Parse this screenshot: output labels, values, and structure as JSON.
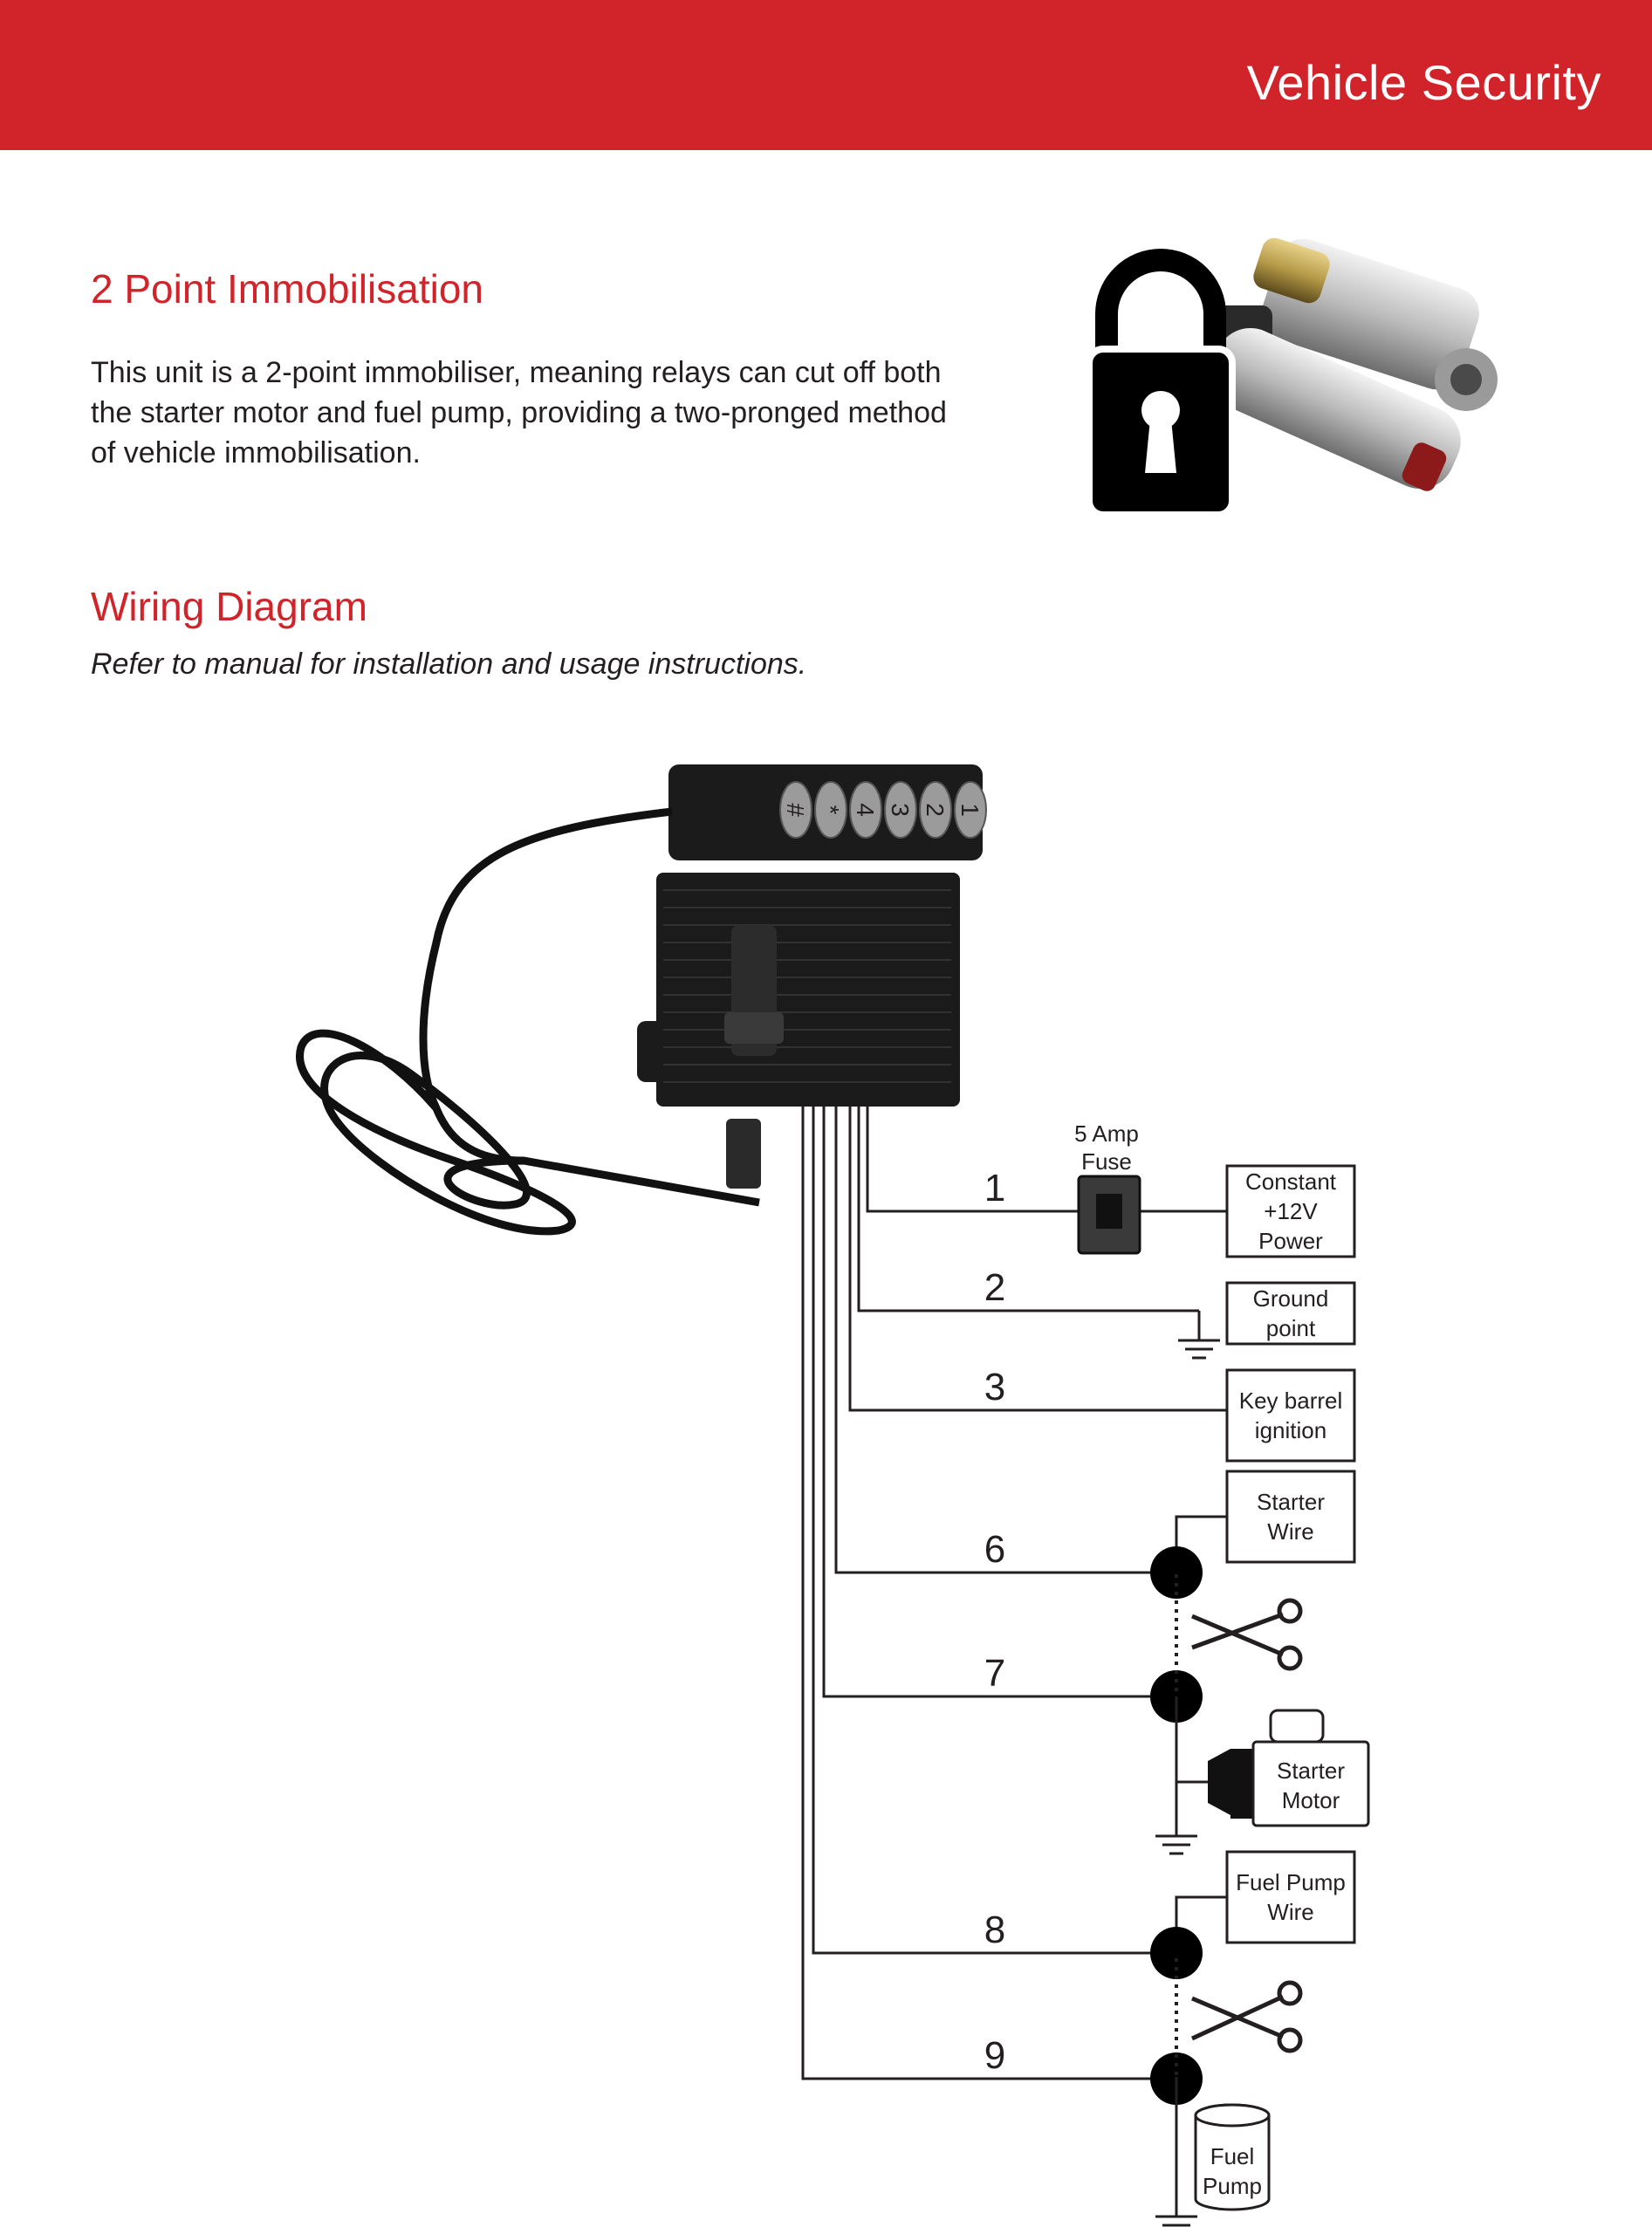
{
  "header": {
    "title": "Vehicle Security"
  },
  "colors": {
    "brand": "#d1232a",
    "text": "#231f20",
    "device": "#1b1b1b"
  },
  "section1": {
    "heading": "2 Point Immobilisation",
    "lines": [
      "This unit is a 2-point immobiliser, meaning relays can cut off both",
      "the starter motor and fuel pump, providing a two-pronged method",
      "of vehicle immobilisation."
    ]
  },
  "section2": {
    "heading": "Wiring Diagram",
    "subtitle": "Refer to manual for installation and usage instructions."
  },
  "keypad": {
    "keys": [
      "#",
      "*",
      "4",
      "3",
      "2",
      "1"
    ]
  },
  "diagram": {
    "fuse_label": [
      "5 Amp",
      "Fuse"
    ],
    "wires": [
      {
        "number": "1",
        "target": [
          "Constant",
          "+12V",
          "Power"
        ]
      },
      {
        "number": "2",
        "target": [
          "Ground",
          "point"
        ]
      },
      {
        "number": "3",
        "target": [
          "Key barrel",
          "ignition"
        ]
      },
      {
        "number": "6",
        "target": [
          "Starter",
          "Wire"
        ]
      },
      {
        "number": "7",
        "target": []
      },
      {
        "number": "8",
        "target": [
          "Fuel Pump",
          "Wire"
        ]
      },
      {
        "number": "9",
        "target": []
      }
    ],
    "starter_motor_label": [
      "Starter",
      "Motor"
    ],
    "fuel_pump_label": [
      "Fuel",
      "Pump"
    ]
  }
}
